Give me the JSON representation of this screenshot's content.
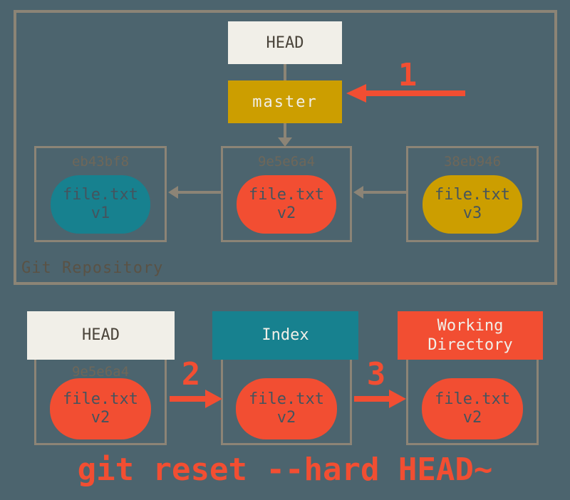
{
  "colors": {
    "background": "#4C646E",
    "box_border": "#8C8476",
    "off_white": "#F1EFE8",
    "gold": "#CC9E00",
    "teal": "#17818F",
    "red_orange": "#F24E32",
    "blob_text": "#44545E",
    "muted_hash_text": "#6E6759",
    "repo_label_text": "#5A5245"
  },
  "repository": {
    "label": "Git Repository",
    "head_label": "HEAD",
    "branch_label": "master",
    "commits": [
      {
        "hash": "eb43bf8",
        "file": "file.txt",
        "version": "v1"
      },
      {
        "hash": "9e5e6a4",
        "file": "file.txt",
        "version": "v2"
      },
      {
        "hash": "38eb946",
        "file": "file.txt",
        "version": "v3"
      }
    ]
  },
  "steps": {
    "one": "1",
    "two": "2",
    "three": "3"
  },
  "bottom": {
    "head": {
      "title": "HEAD",
      "hash": "9e5e6a4",
      "file": "file.txt",
      "version": "v2"
    },
    "index": {
      "title": "Index",
      "file": "file.txt",
      "version": "v2"
    },
    "working": {
      "title": "Working Directory",
      "file": "file.txt",
      "version": "v2"
    }
  },
  "caption": "git reset --hard HEAD~"
}
